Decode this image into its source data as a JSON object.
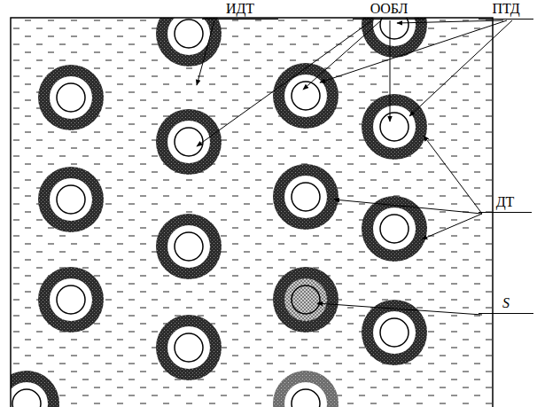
{
  "diagram": {
    "labels": [
      "ИДТ",
      "ООБЛ",
      "ПТД",
      "ДТ",
      "S"
    ]
  }
}
